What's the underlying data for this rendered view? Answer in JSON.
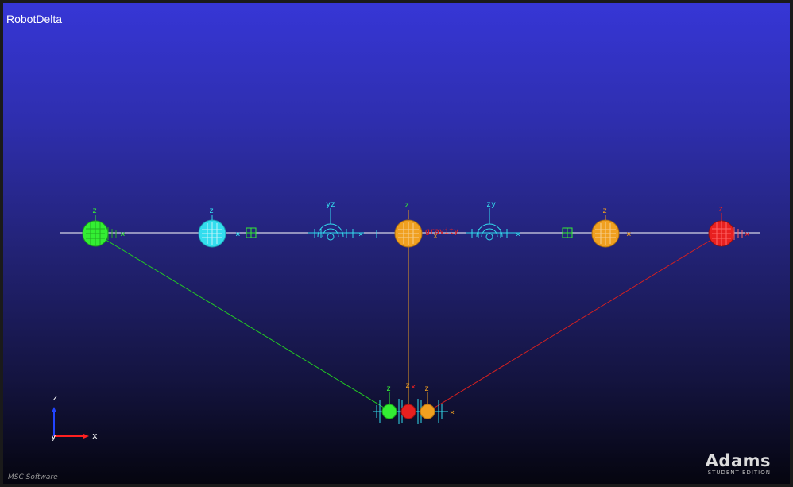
{
  "model": {
    "name": "RobotDelta"
  },
  "triad": {
    "x_label": "x",
    "y_label": "y",
    "z_label": "z"
  },
  "gravity_label": "gravity",
  "marker_label": "z",
  "axis_x_label": "x",
  "axis_y_label": "y",
  "branding": {
    "product": "Adams",
    "edition": "STUDENT EDITION",
    "vendor": "MSC Software"
  },
  "colors": {
    "background_top": "#3636d6",
    "background_bottom": "#05050f",
    "base_line": "#ffffff",
    "link_green": "#22cc22",
    "link_orange": "#e89a20",
    "link_red": "#d42020",
    "part_green": "#33ee33",
    "part_cyan": "#33ddee",
    "part_orange": "#f0a020",
    "part_red": "#e82020",
    "triad_blue": "#2244ff",
    "triad_red": "#ff2020"
  }
}
